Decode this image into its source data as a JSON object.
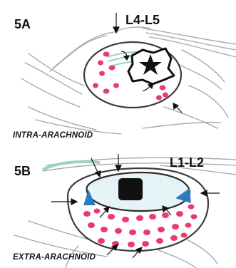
{
  "panel_a": {
    "id": "5A",
    "level": "L4-L5",
    "caption": "INTRA-ARACHNOID"
  },
  "panel_b": {
    "id": "5B",
    "level": "L1-L2",
    "caption": "EXTRA-ARACHNOID"
  },
  "colors": {
    "outline": "#444444",
    "nerve_root": "#e83d6c",
    "sketch": "#9a9a9a",
    "marker_blue": "#2f7bbf",
    "ligament_green": "#9fd0c2"
  }
}
